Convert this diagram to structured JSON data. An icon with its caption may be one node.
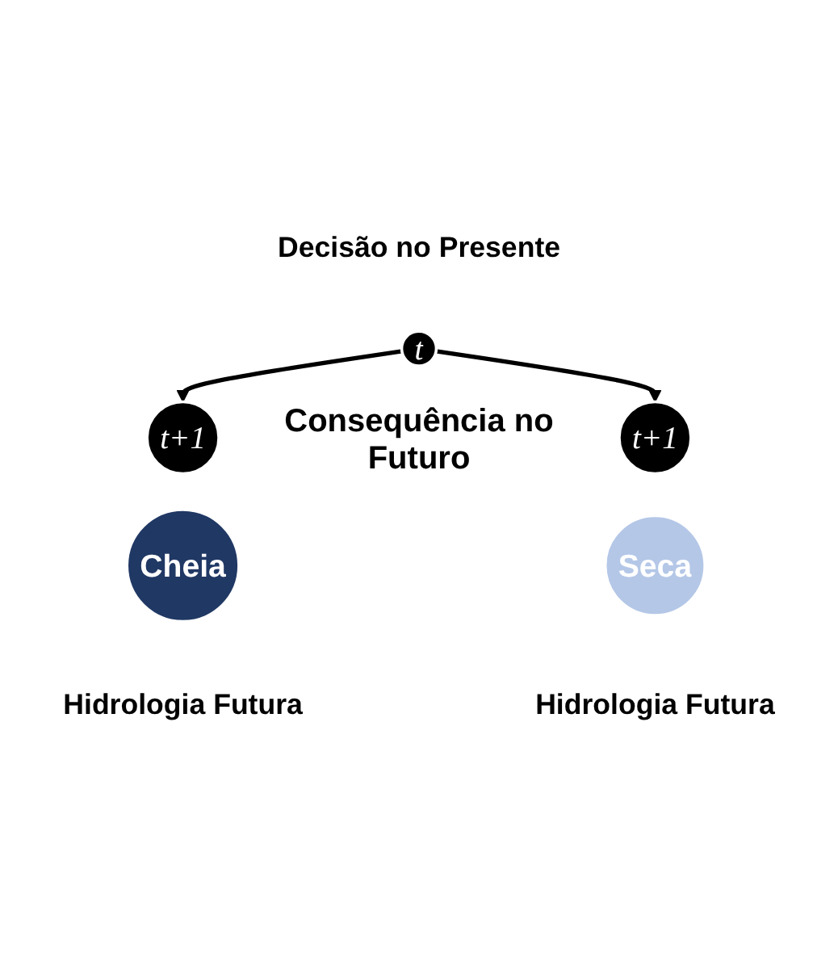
{
  "diagram": {
    "nodes": [
      {
        "text": [
          "t"
        ],
        "beside": [
          "Decisão no Presente"
        ]
      },
      {
        "text": [
          "t+1"
        ]
      },
      {
        "text": [
          "Cheia"
        ],
        "beside": [
          "Hidrologia Futura"
        ]
      },
      {
        "text": [
          "t+1"
        ]
      },
      {
        "text": [
          "Seca"
        ],
        "beside": [
          "Hidrologia Futura"
        ]
      }
    ],
    "edges": [
      {
        "from": 0,
        "to": 1,
        "arrow": "to"
      },
      {
        "from": 0,
        "to": 3,
        "arrow": "to"
      }
    ],
    "labels": [
      "Consequência no Futuro"
    ]
  }
}
